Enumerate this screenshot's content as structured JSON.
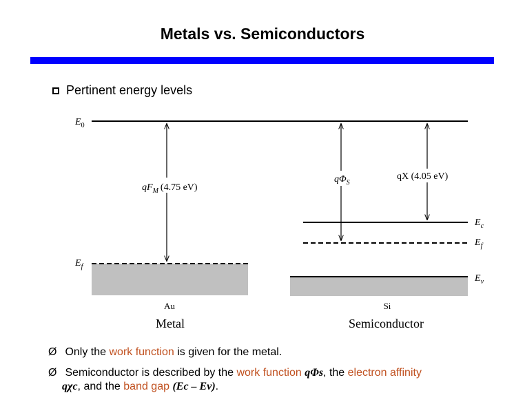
{
  "title": "Metals vs. Semiconductors",
  "bullet": "Pertinent energy levels",
  "diagram": {
    "e0": "E",
    "e0_sub": "0",
    "ef_left": "E",
    "ef_left_sub": "f",
    "phi_m": "qF",
    "phi_m_sub": "M",
    "phi_m_value": "(4.75 eV)",
    "phi_s": "qΦ",
    "phi_s_sub": "S",
    "chi": "qX (4.05 eV)",
    "ec": "E",
    "ec_sub": "c",
    "ef_right": "E",
    "ef_right_sub": "f",
    "ev": "E",
    "ev_sub": "v",
    "metal_name": "Au",
    "semi_name": "Si"
  },
  "captions": {
    "metal": "Metal",
    "semiconductor": "Semiconductor"
  },
  "notes": {
    "n1_pre": "Only the ",
    "n1_hl": "work function",
    "n1_post": " is given for the metal.",
    "n2_pre": "Semiconductor is described by the ",
    "n2_hl1": "work function",
    "n2_sym1": "qΦs",
    "n2_mid1": ", the ",
    "n2_hl2": "electron affinity",
    "n2_sym2": "qχc",
    "n2_mid2": ", and the ",
    "n2_hl3": "band gap",
    "n2_paren": "(Ec – Ev)",
    "n2_end": "."
  }
}
